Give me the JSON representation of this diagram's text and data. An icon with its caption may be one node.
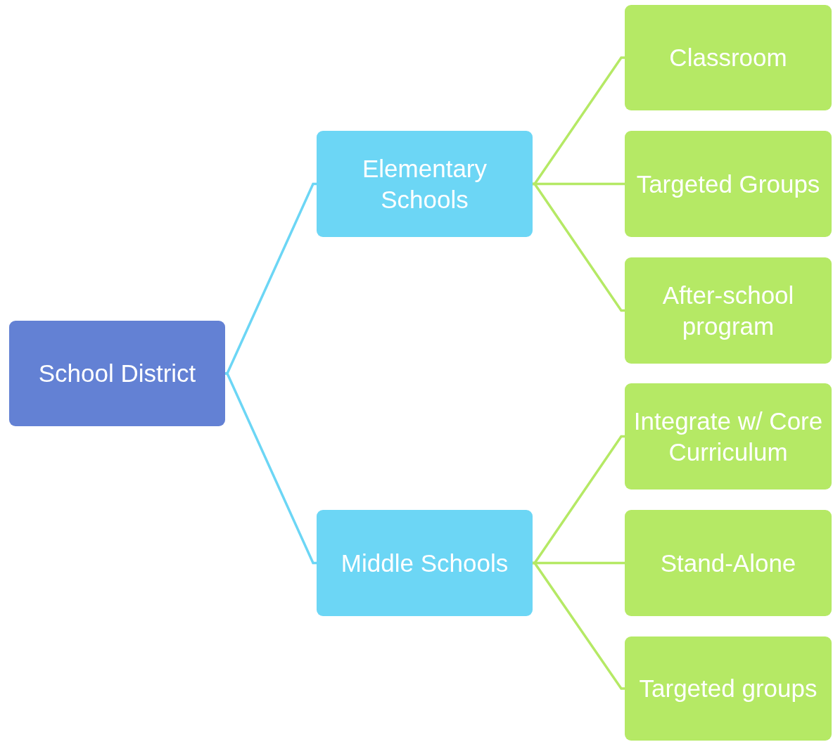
{
  "diagram": {
    "nodes": [
      {
        "text": [
          "School District"
        ]
      },
      {
        "text": [
          "Elementary Schools"
        ]
      },
      {
        "text": [
          "Classroom"
        ]
      },
      {
        "text": [
          "Targeted Groups"
        ]
      },
      {
        "text": [
          "After-school program"
        ]
      },
      {
        "text": [
          "Middle Schools"
        ]
      },
      {
        "text": [
          "Integrate w/ Core Curriculum"
        ]
      },
      {
        "text": [
          "Stand-Alone"
        ]
      },
      {
        "text": [
          "Targeted groups"
        ]
      }
    ],
    "edges": [
      {
        "from": 0,
        "to": 1,
        "arrow": "none",
        "color": "#6cd6f5"
      },
      {
        "from": 0,
        "to": 5,
        "arrow": "none",
        "color": "#6cd6f5"
      },
      {
        "from": 1,
        "to": 2,
        "arrow": "none"
      },
      {
        "from": 1,
        "to": 3,
        "arrow": "none"
      },
      {
        "from": 1,
        "to": 4,
        "arrow": "none"
      },
      {
        "from": 5,
        "to": 6,
        "arrow": "none"
      },
      {
        "from": 5,
        "to": 7,
        "arrow": "none"
      },
      {
        "from": 5,
        "to": 8,
        "arrow": "none"
      }
    ]
  }
}
